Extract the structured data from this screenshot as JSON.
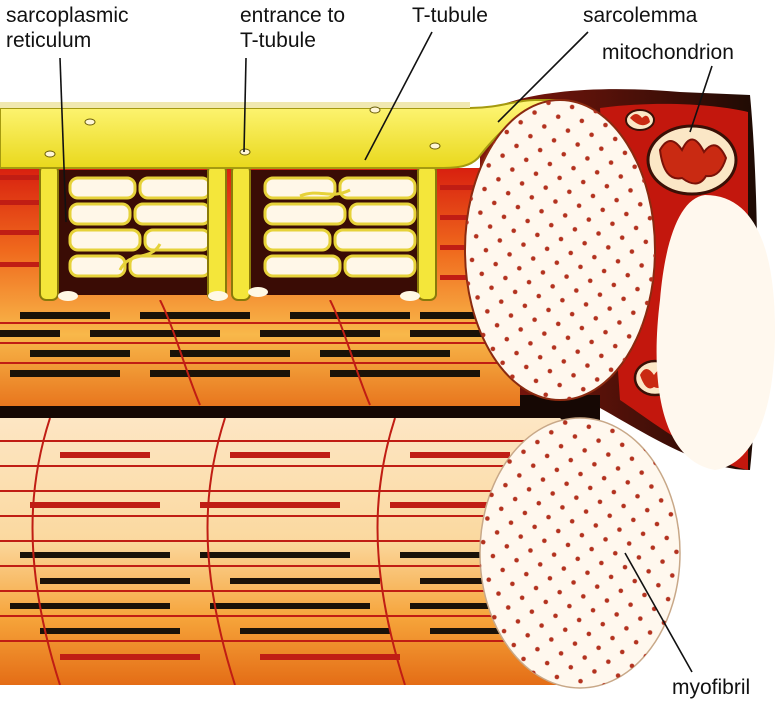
{
  "labels": {
    "sarcoplasmic_reticulum": [
      "sarcoplasmic",
      "reticulum"
    ],
    "entrance_to_t_tubule": [
      "entrance to",
      "T-tubule"
    ],
    "t_tubule": "T-tubule",
    "sarcolemma": "sarcolemma",
    "mitochondrion": "mitochondrion",
    "myofibril": "myofibril"
  },
  "colors": {
    "sarcolemma_yellow": "#f6ee3c",
    "myofibril_orange": "#f5a02a",
    "myofibril_light": "#fbe4b8",
    "band_dark": "#1a1208",
    "band_red": "#c01d14",
    "dot_red": "#b3321f",
    "background": "#ffffff"
  }
}
